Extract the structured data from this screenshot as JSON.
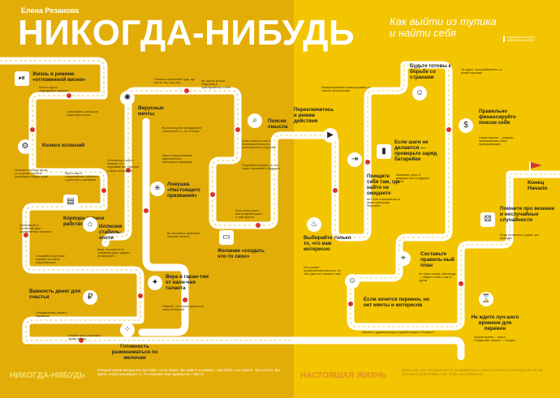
{
  "header": {
    "author": "Елена Резанова",
    "title": "НИКОГДА-НИБУДЬ",
    "subtitle": "Как выйти из тупика и найти себя",
    "publisher": "издательство МАНН, ИВАНОВ И ФЕРБЕР"
  },
  "stops": [
    {
      "id": "otlozhennaya",
      "label": "Жизнь в режиме «отложенной жизни»",
      "icon": "play-pause-icon"
    },
    {
      "id": "koleso",
      "label": "Колесо иллюзий",
      "icon": "wheel-icon"
    },
    {
      "id": "korporativnoe",
      "label": "Корпора-тивное рабство",
      "icon": "briefcase-icon"
    },
    {
      "id": "illyuziya",
      "label": "Иллюзия стабиль-ности",
      "icon": "chair-icon"
    },
    {
      "id": "virusnye",
      "label": "Вирусные мечты",
      "icon": "virus-icon"
    },
    {
      "id": "lovushka",
      "label": "Ловушка «Настоящего призвания»",
      "icon": "web-icon"
    },
    {
      "id": "vera",
      "label": "Вера в гаран-тии от нали-чия таланта",
      "icon": "talent-icon"
    },
    {
      "id": "vazhnost",
      "label": "Важность денег для счастья",
      "icon": "money-icon"
    },
    {
      "id": "gotovnost",
      "label": "Готовность размениваться по мелочам",
      "icon": "dots-icon"
    },
    {
      "id": "poiski",
      "label": "Поиски смысла",
      "icon": "search-icon"
    },
    {
      "id": "zhelanie",
      "label": "Желание «создать что-то свое»",
      "icon": "toolbox-icon"
    },
    {
      "id": "vybirayte",
      "label": "Выбирайте только то, что вам интересно",
      "icon": "fire-icon"
    },
    {
      "id": "pereklyuchites",
      "label": "Переключитесь в режим действия",
      "icon": "play-icon"
    },
    {
      "id": "poishchite",
      "label": "Поищите себя там, где найти не ожидаете",
      "icon": "signpost-icon"
    },
    {
      "id": "esli-shagi",
      "label": "Если шаги не делаются — проверьте заряд батарейки",
      "icon": "battery-icon"
    },
    {
      "id": "sostavte",
      "label": "Составьте правиль-ный план",
      "icon": "map-icon"
    },
    {
      "id": "esli-hochetsya",
      "label": "Если хочется перемен, но нет мечты и интересов",
      "icon": "thinker-icon"
    },
    {
      "id": "budte",
      "label": "Будьте готовы к борьбе со страхами",
      "icon": "smile-icon"
    },
    {
      "id": "pravilno",
      "label": "Правильно финансируйте поиски себя",
      "icon": "coins-icon"
    },
    {
      "id": "pomnite",
      "label": "Помните про везение и неслучайные случайности",
      "icon": "dice-icon"
    },
    {
      "id": "ne-zhdite",
      "label": "Не ждите луч-шего времени для перемен",
      "icon": "hourglass-icon"
    }
  ],
  "finish": {
    "line1": "Конец",
    "line2": "Начало",
    "icon": "flag-icon"
  },
  "notes": [
    "Просто ждали подходящего момента",
    "Самообмана: завтра же, подготовка только",
    "Полагаете за свое жизнь со стороны. Начните рассуждать годами сроки",
    "Пребывание в коллективе дает определенные гарантии",
    "Вера в мир и «пожизненное» работы и с дело или с призвания",
    "Отнеситесь к себе с позиции «И — поднимайтесь. Помните о своих интересах»",
    "Сначала стремление туда, где все не так, как у вас",
    "Вы просто устали. Отдохните и прислушайтесь к себе",
    "Вы многократно вкладываете стремления то, что не ваше",
    "Вера в существование единственного настоящего призвания",
    "Поиск смысла тонет в благотворительности, волонтерстве и искусстве",
    "Попробуйте принять то, что новых начинаний в будущем",
    "Вы пытаетесь пробовать наличие таланта",
    "Вера, что работа по любимому делу подарит устойчивость",
    "Осознайте отсутствие перемен на смену искусственного",
    "Отождествлять иначе и хорошими",
    "Начните жить счастливо прямо сейчас",
    "Если очень нужно выйти зарабатывать и сами деньги",
    "Поймите, что нужно сделать из своих интересов",
    "Не стоит отказываться от своего дела ради неустанно",
    "Например, всего в двадцать или полудругих тысяч",
    "Это ускорит профессиональный рост, но зато удастся и залиять тоже",
    "Разворачиваемся первым рывком, и станьте интересными",
    "Не нужно искать себя везде — найдите себя в чем-то одном",
    "Не ждите, пока разберетесь со всеми страхами",
    "Самое важное — разумно финансировать свою трансформацию",
    "Начните с удивления дня и задайте вопрос «Почему?»",
    "Когда готовитесь к удаче, она приходит",
    "Лучшее время — вчера. Следующее лучшее — сегодня"
  ],
  "footer": {
    "left_title": "НИКОГДА-НИБУДЬ",
    "left_text": "В нашей жизни вечные все достойно, но не более. Вы живете в режиме «там себя» и не знаете, чего хотите. Вы ждете, когда произойдет то, что поможет вам сдвинуться с места",
    "right_title": "НАСТОЯЩАЯ ЖИЗНЬ",
    "right_text": "Если у вас есть большая мечта, вы двигаетесь к цели. Если мечты и интересов нет, вы начинаете действовать там, чтобы они появились"
  },
  "colors": {
    "left_bg": "#e3ad08",
    "right_bg": "#f3c400",
    "road": "#ffffff",
    "text": "#222222",
    "stop_sign": "#d8332a"
  }
}
